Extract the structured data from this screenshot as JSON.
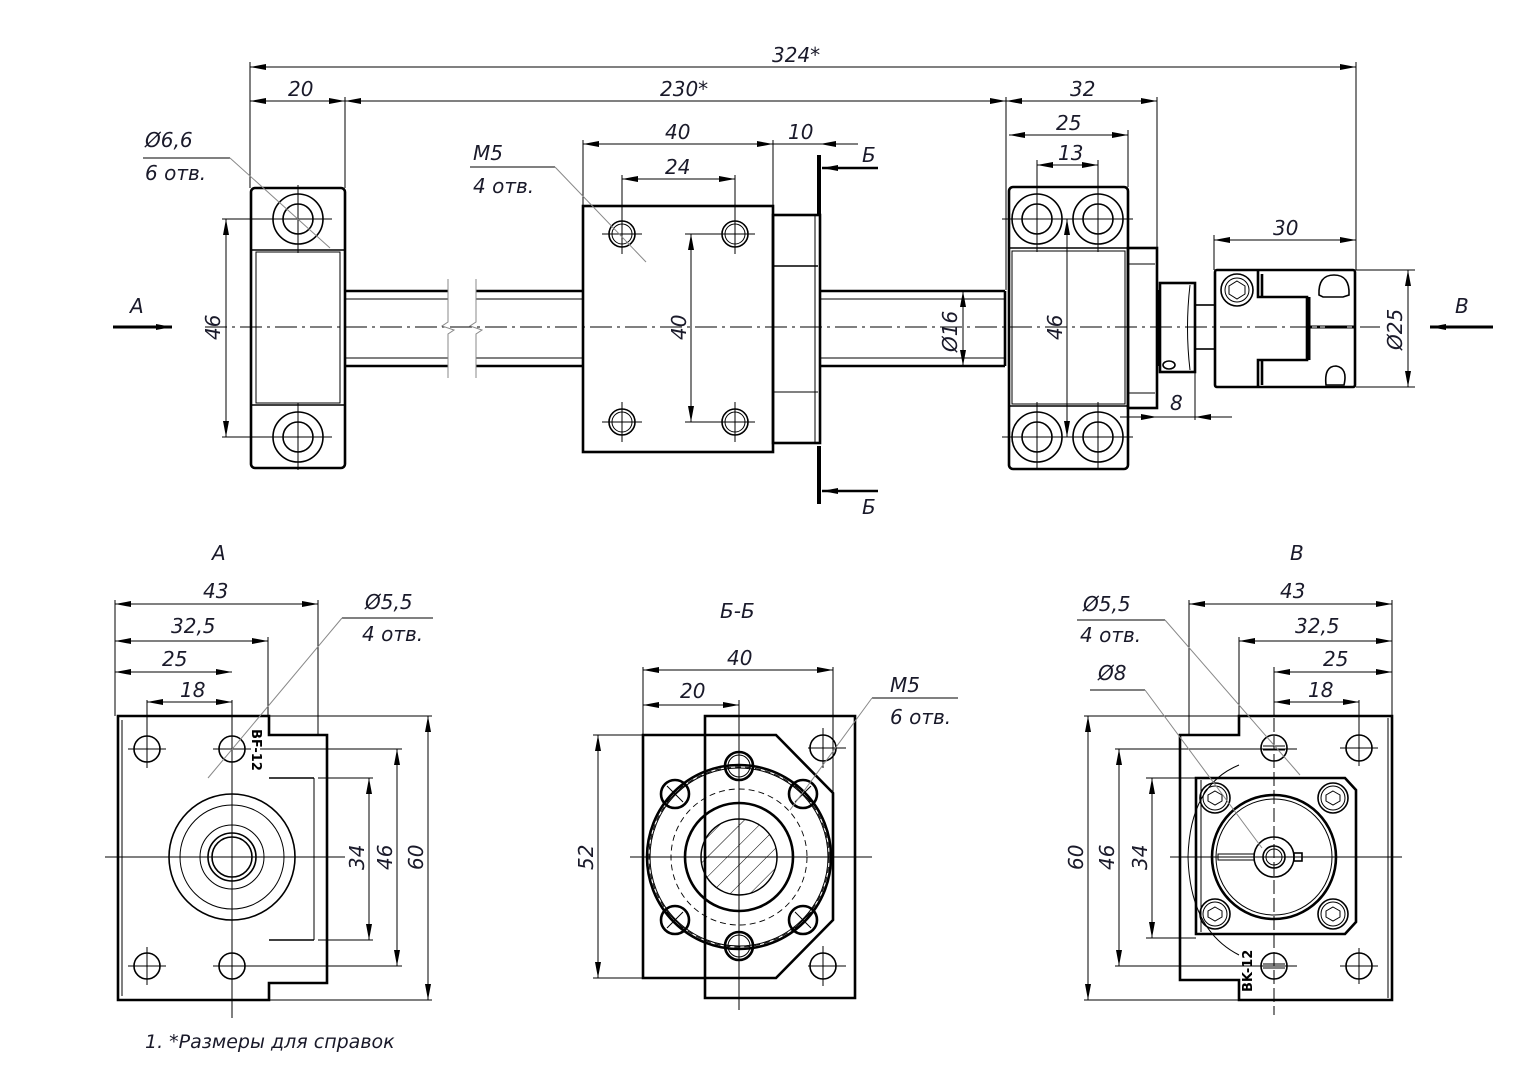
{
  "main_view": {
    "dims": {
      "overall": "324*",
      "shaft_between": "230*",
      "fixed_support_width": "20",
      "nut_flange_width": "40",
      "nut_hole_pitch": "24",
      "nut_collar": "10",
      "support_height": "46",
      "nut_hole_vertical": "40",
      "shaft_diameter": "Ø16",
      "floating_support_width": "32",
      "floating_block": "25",
      "floating_hole_pitch": "13",
      "floating_support_height": "46",
      "coupling_length": "30",
      "coupling_diameter": "Ø25",
      "locknut_width": "8"
    },
    "callouts": {
      "fixed_holes_size": "Ø6,6",
      "fixed_holes_count": "6 отв.",
      "nut_holes_size": "M5",
      "nut_holes_count": "4 отв."
    },
    "view_markers": {
      "left_arrow": "A",
      "right_arrow": "B",
      "section_top": "Б",
      "section_bottom": "Б"
    }
  },
  "view_a": {
    "title": "A",
    "dims": {
      "w43": "43",
      "w32_5": "32,5",
      "w25": "25",
      "w18": "18",
      "h34": "34",
      "h46": "46",
      "h60": "60"
    },
    "callout_size": "Ø5,5",
    "callout_count": "4 отв.",
    "part_label": "BF-12"
  },
  "section_bb": {
    "title": "Б-Б",
    "dims": {
      "w40": "40",
      "w20": "20",
      "h52": "52"
    },
    "callout_size": "M5",
    "callout_count": "6 отв."
  },
  "view_b": {
    "title": "B",
    "dims": {
      "w43": "43",
      "w32_5": "32,5",
      "w25": "25",
      "w18": "18",
      "h60": "60",
      "h46": "46",
      "h34": "34"
    },
    "callout_size": "Ø5,5",
    "callout_count": "4 отв.",
    "callout2_size": "Ø8",
    "part_label": "BK-12"
  },
  "note": "1. *Размеры для справок"
}
